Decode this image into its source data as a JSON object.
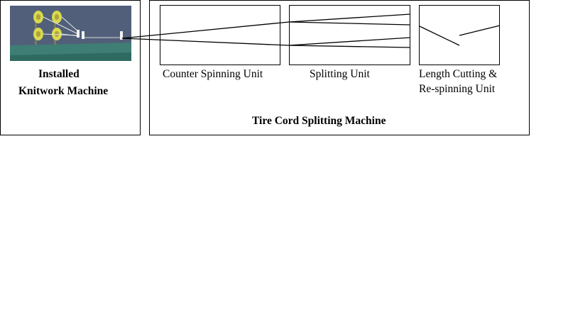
{
  "installed_machine": {
    "label_line1": "Installed",
    "label_line2": "Knitwork Machine",
    "photo_icon": "knitting-machine-photo"
  },
  "tire_cord_machine": {
    "title": "Tire Cord Splitting Machine",
    "units": [
      {
        "label": "Counter Spinning Unit"
      },
      {
        "label": "Splitting Unit"
      },
      {
        "label_line1": "Length Cutting &",
        "label_line2": "Re-spinning Unit"
      }
    ]
  },
  "colors": {
    "line": "#000000",
    "machine_base": "#3e7e74",
    "machine_back": "#5a6a86",
    "spool": "#d8d650"
  }
}
